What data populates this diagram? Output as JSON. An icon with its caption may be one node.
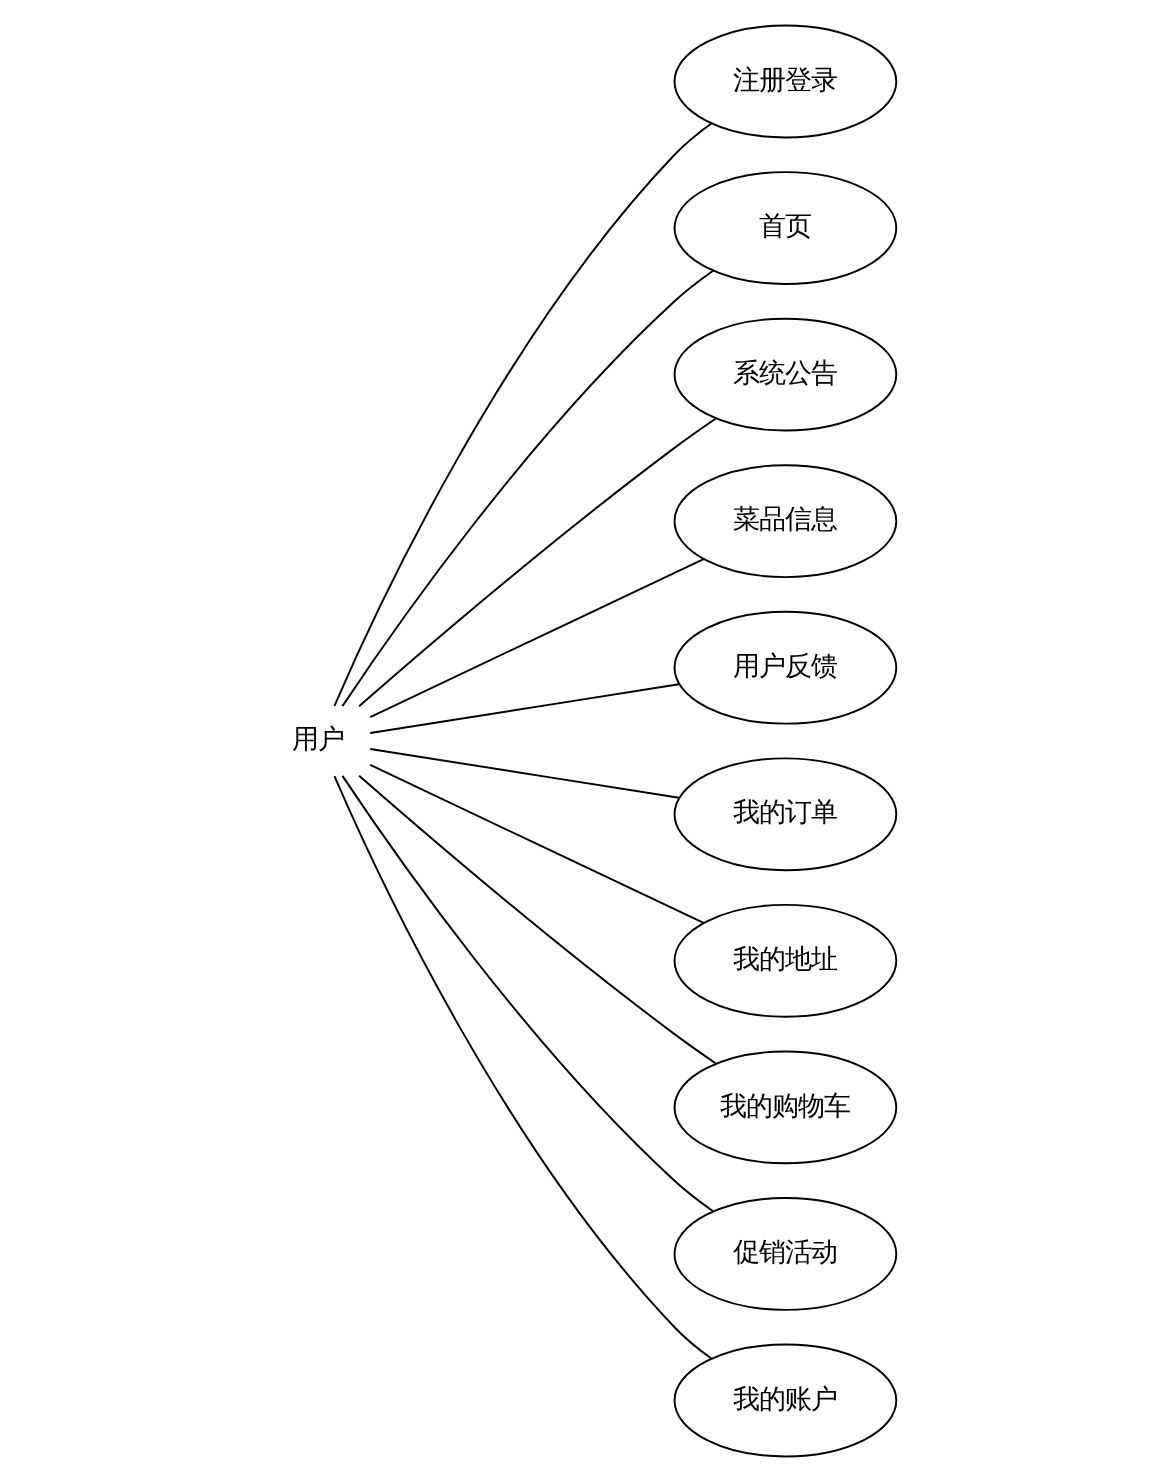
{
  "diagram": {
    "nodes": [
      {
        "text": [
          "用户"
        ]
      },
      {
        "text": [
          "注册登录"
        ]
      },
      {
        "text": [
          "首页"
        ]
      },
      {
        "text": [
          "系统公告"
        ]
      },
      {
        "text": [
          "菜品信息"
        ]
      },
      {
        "text": [
          "用户反馈"
        ]
      },
      {
        "text": [
          "我的订单"
        ]
      },
      {
        "text": [
          "我的地址"
        ]
      },
      {
        "text": [
          "我的购物车"
        ]
      },
      {
        "text": [
          "促销活动"
        ]
      },
      {
        "text": [
          "我的账户"
        ]
      }
    ],
    "edges": [
      {
        "from": 0,
        "to": 1,
        "arrow": "none"
      },
      {
        "from": 0,
        "to": 2,
        "arrow": "none"
      },
      {
        "from": 0,
        "to": 3,
        "arrow": "none"
      },
      {
        "from": 0,
        "to": 4,
        "arrow": "none"
      },
      {
        "from": 0,
        "to": 5,
        "arrow": "none"
      },
      {
        "from": 0,
        "to": 6,
        "arrow": "none"
      },
      {
        "from": 0,
        "to": 7,
        "arrow": "none"
      },
      {
        "from": 0,
        "to": 8,
        "arrow": "none"
      },
      {
        "from": 0,
        "to": 9,
        "arrow": "none"
      },
      {
        "from": 0,
        "to": 10,
        "arrow": "none"
      }
    ]
  }
}
